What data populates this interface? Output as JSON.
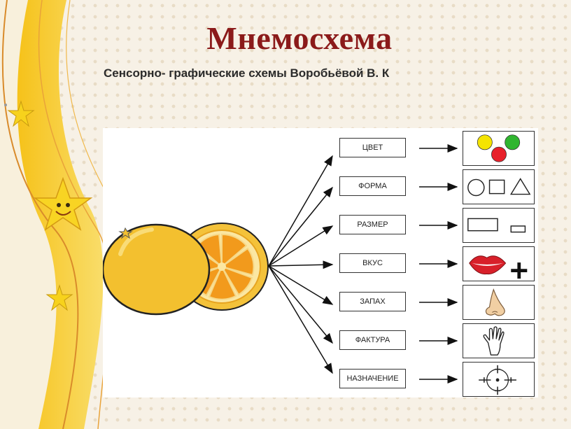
{
  "slide": {
    "title": "Мнемосхема",
    "subtitle": "Сенсорно- графические схемы Воробьёвой В. К"
  },
  "diagram": {
    "object": "orange-icon",
    "properties": [
      {
        "label": "ЦВЕТ",
        "icon": "colored-dots-icon"
      },
      {
        "label": "ФОРМА",
        "icon": "shapes-icon"
      },
      {
        "label": "РАЗМЕР",
        "icon": "size-rectangles-icon"
      },
      {
        "label": "ВКУС",
        "icon": "lips-plus-icon"
      },
      {
        "label": "ЗАПАХ",
        "icon": "nose-icon"
      },
      {
        "label": "ФАКТУРА",
        "icon": "hand-icon"
      },
      {
        "label": "НАЗНАЧЕНИЕ",
        "icon": "target-icon"
      }
    ],
    "colors": {
      "title": "#8b1a1a",
      "orange_fill": "#f3c02f",
      "dot_yellow": "#f5e400",
      "dot_green": "#2fb52f",
      "dot_red": "#e8202a",
      "lips": "#d8202a"
    }
  }
}
